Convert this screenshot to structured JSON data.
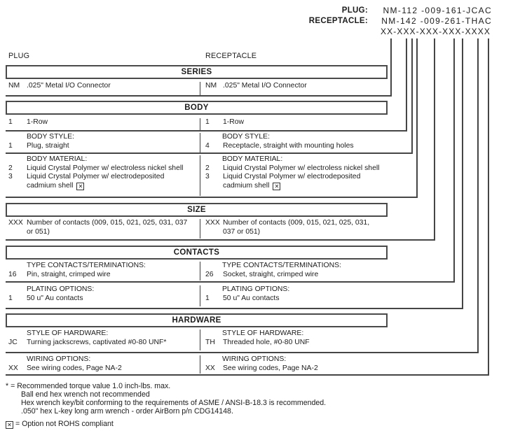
{
  "pn_header": {
    "plug_label": "PLUG:",
    "plug_value": "NM-112 -009-161-JCAC",
    "receptacle_label": "RECEPTACLE:",
    "receptacle_value": "NM-142 -009-261-THAC",
    "mask": "XX-XXX-XXX-XXX-XXXX"
  },
  "column_labels": {
    "left": "PLUG",
    "right": "RECEPTACLE"
  },
  "sections": {
    "series": {
      "title": "SERIES",
      "row": {
        "left": {
          "code": "NM",
          "desc": ".025\" Metal I/O Connector"
        },
        "right": {
          "code": "NM",
          "desc": ".025\" Metal I/O Connector"
        }
      }
    },
    "body": {
      "title": "BODY",
      "rows": {
        "left": {
          "code": "1",
          "desc": "1-Row"
        },
        "right": {
          "code": "1",
          "desc": "1-Row"
        }
      },
      "style": {
        "label_left": "BODY STYLE:",
        "label_right": "BODY STYLE:",
        "left": {
          "code": "1",
          "desc": "Plug, straight"
        },
        "right": {
          "code": "4",
          "desc": "Receptacle, straight with mounting holes"
        }
      },
      "material": {
        "label_left": "BODY MATERIAL:",
        "label_right": "BODY MATERIAL:",
        "left": {
          "opt1": {
            "code": "2",
            "desc": "Liquid Crystal Polymer w/ electroless nickel shell"
          },
          "opt2": {
            "code": "3",
            "desc": "Liquid Crystal Polymer w/ electrodeposited cadmium shell"
          }
        },
        "right": {
          "opt1": {
            "code": "2",
            "desc": "Liquid Crystal Polymer w/ electroless nickel shell"
          },
          "opt2": {
            "code": "3",
            "desc": "Liquid Crystal Polymer w/ electrodeposited cadmium shell"
          }
        }
      }
    },
    "size": {
      "title": "SIZE",
      "row": {
        "left": {
          "code": "XXX",
          "desc": "Number of contacts (009, 015, 021, 025, 031, 037 or 051)"
        },
        "right": {
          "code": "XXX",
          "desc": "Number of contacts (009, 015, 021, 025, 031, 037 or 051)"
        }
      }
    },
    "contacts": {
      "title": "CONTACTS",
      "type": {
        "label_left": "TYPE CONTACTS/TERMINATIONS:",
        "label_right": "TYPE CONTACTS/TERMINATIONS:",
        "left": {
          "code": "16",
          "desc": "Pin, straight, crimped wire"
        },
        "right": {
          "code": "26",
          "desc": "Socket, straight, crimped wire"
        }
      },
      "plating": {
        "label_left": "PLATING OPTIONS:",
        "label_right": "PLATING OPTIONS:",
        "left": {
          "code": "1",
          "desc": "50 u\" Au contacts"
        },
        "right": {
          "code": "1",
          "desc": "50 u\" Au contacts"
        }
      }
    },
    "hardware": {
      "title": "HARDWARE",
      "style": {
        "label_left": "STYLE OF HARDWARE:",
        "label_right": "STYLE OF HARDWARE:",
        "left": {
          "code": "JC",
          "desc": "Turning jackscrews, captivated #0-80 UNF*"
        },
        "right": {
          "code": "TH",
          "desc": "Threaded hole, #0-80 UNF"
        }
      },
      "wiring": {
        "label_left": "WIRING OPTIONS:",
        "label_right": "WIRING OPTIONS:",
        "left": {
          "code": "XX",
          "desc": "See wiring codes, Page NA-2"
        },
        "right": {
          "code": "XX",
          "desc": "See wiring codes, Page NA-2"
        }
      }
    }
  },
  "footnotes": {
    "torque": "* = Recommended torque value 1.0 inch-lbs. max.",
    "ball_end": "Ball end hex wrench not recommended",
    "hex_wrench": "Hex wrench key/bit conforming to the requirements of ASME / ANSI-B-18.3 is recommended.",
    "lkey": ".050\" hex L-key long arm wrench - order AirBorn p/n CDG14148.",
    "rohs": "= Option not ROHS compliant"
  },
  "icons": {
    "boxed_x": "✕"
  }
}
